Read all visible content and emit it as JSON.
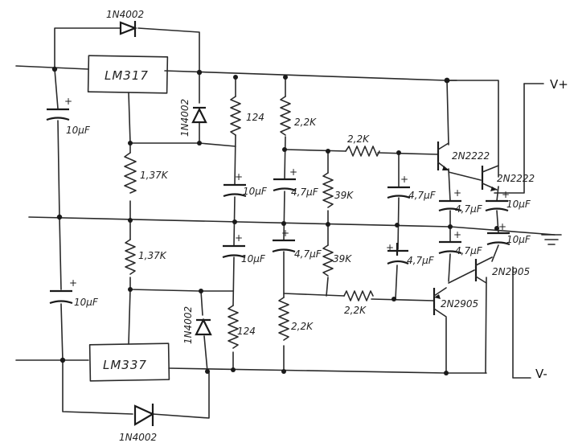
{
  "labels": {
    "d_top": "1N4002",
    "d_bottom": "1N4002",
    "d_upper_mid": "1N4002",
    "d_lower_mid": "1N4002",
    "reg_top": "LM317",
    "reg_bottom": "LM337",
    "r_adj_top": "1,37K",
    "r_adj_bottom": "1,37K",
    "r_set_top": "124",
    "r_set_bottom": "124",
    "r_div_top": "2,2K",
    "r_div_bottom": "2,2K",
    "r_series_top": "2,2K",
    "r_series_bottom": "2,2K",
    "r_mid_top": "39K",
    "r_mid_bottom": "39K",
    "c_in_top": "10µF",
    "c_in_bottom": "10µF",
    "c_adj_top": "10µF",
    "c_adj_bottom": "10µF",
    "c_a_top": "4,7µF",
    "c_a_bottom": "4,7µF",
    "c_b_top": "4,7µF",
    "c_b_bottom": "4,7µF",
    "c_out_top": "4,7µF",
    "c_out_mid": "4,7µF",
    "c_out_right_top": "10µF",
    "c_out_right_bottom": "10µF",
    "q1": "2N2222",
    "q2": "2N2222",
    "q3": "2N2905",
    "q4": "2N2905",
    "vplus": "V+",
    "vminus": "V-"
  }
}
